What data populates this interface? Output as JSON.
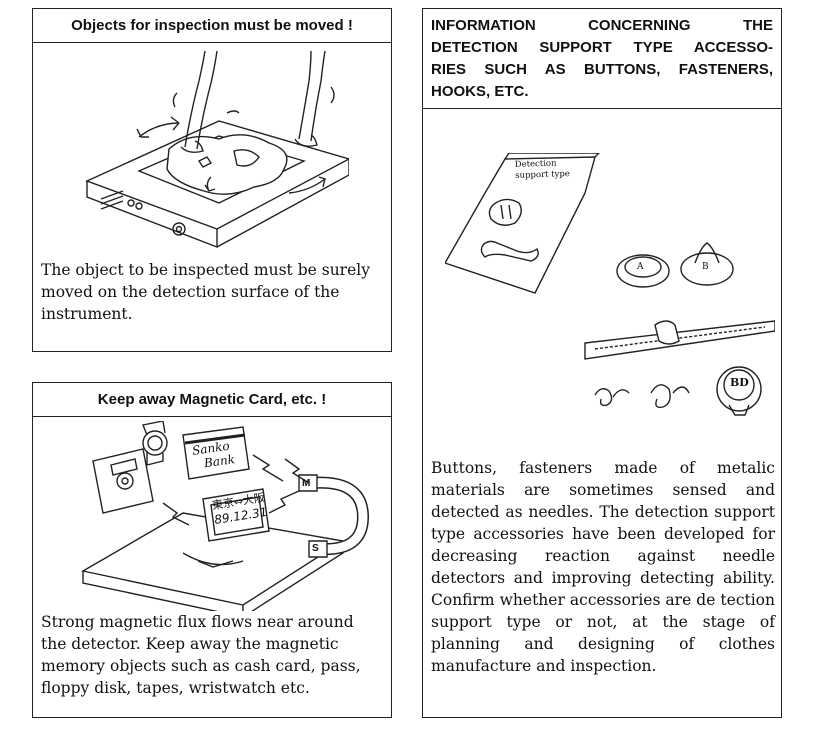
{
  "panel_move": {
    "heading": "Objects for inspection must be moved !",
    "text": "The object to be inspected must be surely moved on the detection surface of the instrument."
  },
  "panel_magnetic": {
    "heading": "Keep away Magnetic Card, etc. !",
    "text": "Strong magnetic flux flows near around the detector. Keep away the magnetic memory objects such as cash card, pass, floppy disk, tapes, wristwatch etc.",
    "card_label_1": "Sanko",
    "card_label_2": "Bank",
    "pass_label_1": "東京⇔大阪",
    "pass_label_2": "89.12.31",
    "magnet_letter_1": "M",
    "magnet_letter_2": "S"
  },
  "panel_info": {
    "heading_lines": [
      "INFORMATION CONCERNING THE",
      "DETECTION SUPPORT TYPE ACCESSO-",
      "RIES SUCH AS BUTTONS, FASTENERS,",
      "HOOKS, ETC."
    ],
    "package_label_1": "Detection",
    "package_label_2": "support type",
    "button_letters": [
      "A",
      "B",
      "BD"
    ],
    "text": "Buttons, fasteners made of metalic materials are sometimes sensed and detected as needles. The detection support type accessories have been developed for decreasing reaction against needle detectors and improving detecting ability. Confirm whether accessories are de tection support type or not, at the stage of planning and designing of clothes manufacture and inspection."
  }
}
